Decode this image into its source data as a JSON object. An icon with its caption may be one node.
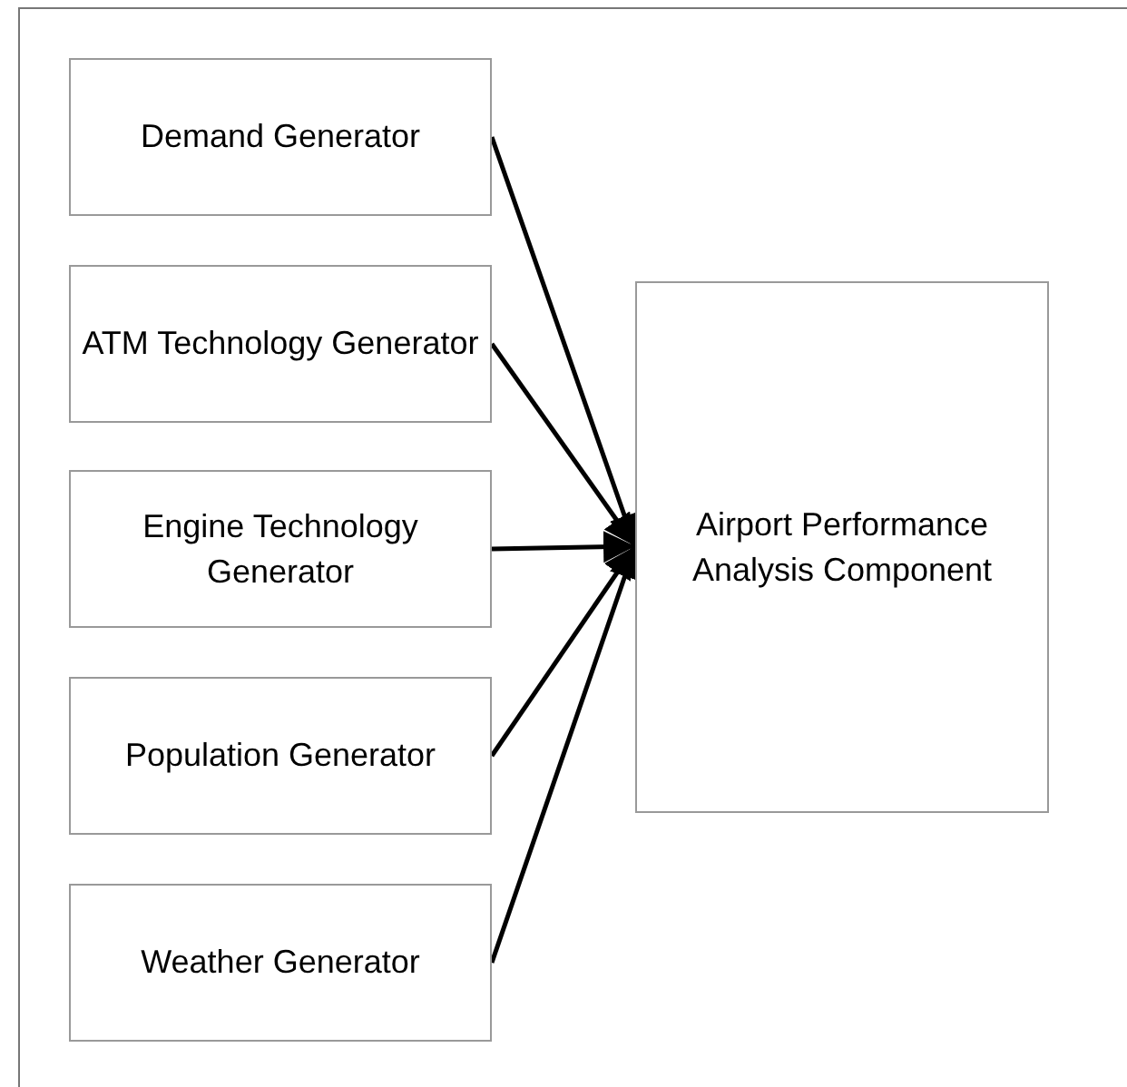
{
  "diagram": {
    "nodes": [
      {
        "text": [
          "Demand Generator"
        ]
      },
      {
        "text": [
          "ATM Technology Generator"
        ]
      },
      {
        "text": [
          "Engine Technology Generator"
        ]
      },
      {
        "text": [
          "Population Generator"
        ]
      },
      {
        "text": [
          "Weather Generator"
        ]
      },
      {
        "text": [
          "Airport Performance Analysis Component"
        ]
      }
    ],
    "edges": [
      {
        "from": 0,
        "to": 5,
        "arrow": "to"
      },
      {
        "from": 1,
        "to": 5,
        "arrow": "to"
      },
      {
        "from": 2,
        "to": 5,
        "arrow": "to"
      },
      {
        "from": 3,
        "to": 5,
        "arrow": "to"
      },
      {
        "from": 4,
        "to": 5,
        "arrow": "to"
      }
    ]
  }
}
